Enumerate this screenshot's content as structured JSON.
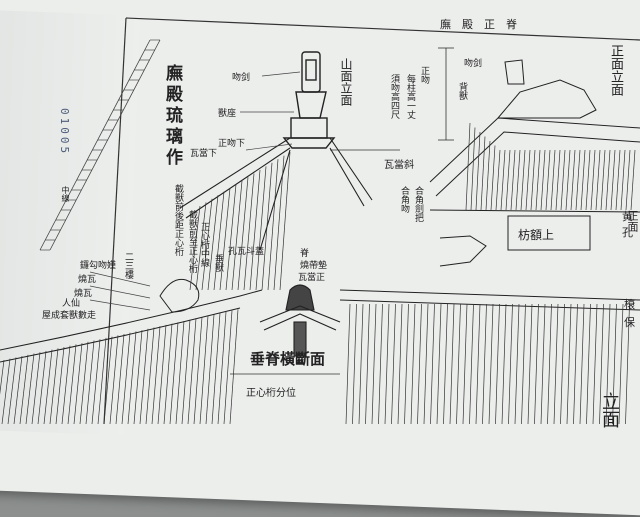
{
  "header": {
    "title": "廡殿正脊"
  },
  "stamp": "01005",
  "main_title": "廡殿琉璃作",
  "front_elevation": "正面立面",
  "gable_elevation": "山面立面",
  "front_elevation_right": "正面",
  "bottom_right_label": "立面",
  "labels": {
    "ridge_chi_left": "吻剑",
    "beast_seat": "獸座",
    "ridge_tile_lower": "正吻下",
    "tile_eave": "瓦當下",
    "ridge_chi_right": "吻剑",
    "beast_seat_right": "背獸",
    "tile_eave_slope": "瓦當斜",
    "note_right_1": "正吻",
    "note_right_2": "每柱高一丈",
    "note_right_3": "須吻高四尺",
    "corner_1": "合角劍把",
    "corner_2": "合角吻",
    "fang_label": "枋額上",
    "yellow": "黄",
    "kong": "孔",
    "rafter": "榱",
    "bao": "保",
    "hanging_ridge": "垂脊橫斷面",
    "pole_position": "正心桁分位",
    "ridge_detail_1": "脊",
    "ridge_detail_2": "燒帶墊",
    "ridge_detail_3": "瓦當正",
    "ridge_detail_4": "孔瓦斗蓋",
    "beast_column_1": "垂獸",
    "beast_column_2": "正心桁中線",
    "beast_column_3": "截獸前至正心桁",
    "beast_column_4": "截獸前後距正心桁",
    "beast_column_5": "二三樓",
    "left_list": [
      "鑼勾吻嫤",
      "燒瓦",
      "燒瓦",
      "人仙",
      "屋成套獸數走"
    ],
    "vertical_scale": "中線"
  },
  "colors": {
    "paper": "#eceeec",
    "ink": "#222222",
    "backdrop": "#8c8f8e",
    "stamp": "#4d5d7a"
  }
}
